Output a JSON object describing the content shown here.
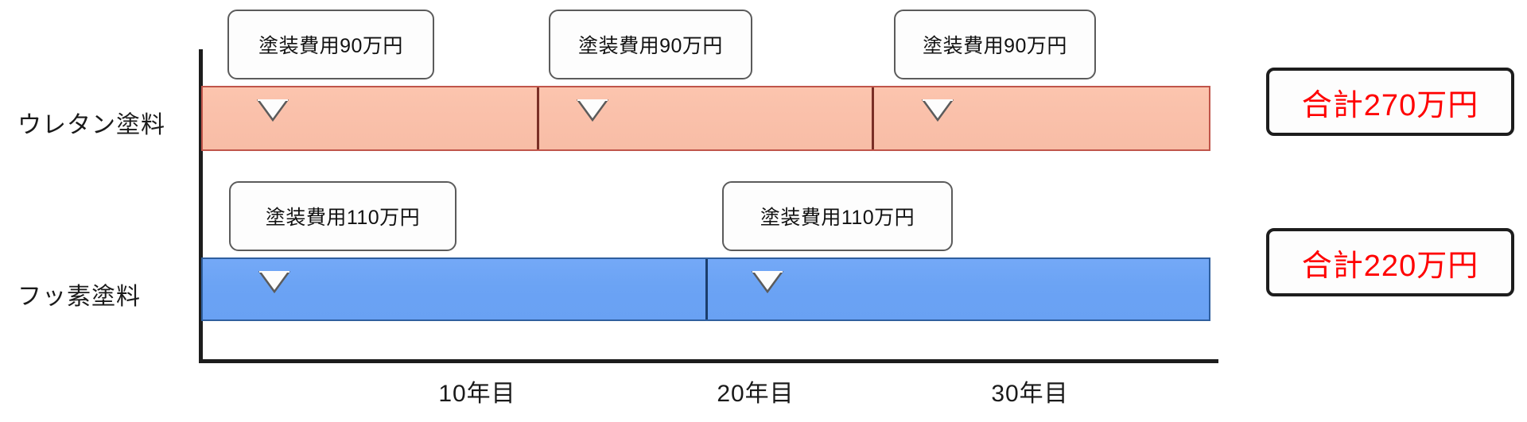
{
  "chart_data": {
    "type": "bar",
    "title": "",
    "xlabel": "",
    "ylabel": "",
    "orientation": "horizontal",
    "xlim": [
      0,
      30
    ],
    "x_unit": "年目",
    "grid": false,
    "legend": "none",
    "x_ticks": [
      {
        "value": 10,
        "label": "10年目"
      },
      {
        "value": 20,
        "label": "20年目"
      },
      {
        "value": 30,
        "label": "30年目"
      }
    ],
    "categories": [
      "ウレタン塗料",
      "フッ素塗料"
    ],
    "series": [
      {
        "name": "ウレタン塗料",
        "color": "#F9C1AB",
        "border_color": "#C0554A",
        "total_label": "合計270万円",
        "total_value": 270,
        "repaint_interval_years": 10,
        "segments": [
          {
            "start_year": 0,
            "end_year": 10,
            "cost_label": "塗装費用90万円",
            "cost": 90
          },
          {
            "start_year": 10,
            "end_year": 20,
            "cost_label": "塗装費用90万円",
            "cost": 90
          },
          {
            "start_year": 20,
            "end_year": 30,
            "cost_label": "塗装費用90万円",
            "cost": 90
          }
        ]
      },
      {
        "name": "フッ素塗料",
        "color": "#6BA3F4",
        "border_color": "#2F5F9E",
        "total_label": "合計220万円",
        "total_value": 220,
        "repaint_interval_years": 15,
        "segments": [
          {
            "start_year": 0,
            "end_year": 15,
            "cost_label": "塗装費用110万円",
            "cost": 110
          },
          {
            "start_year": 15,
            "end_year": 30,
            "cost_label": "塗装費用110万円",
            "cost": 110
          }
        ]
      }
    ]
  },
  "labels": {
    "urethane": "ウレタン塗料",
    "fluorine": "フッ素塗料"
  },
  "callouts": {
    "urethane_1": "塗装費用90万円",
    "urethane_2": "塗装費用90万円",
    "urethane_3": "塗装費用90万円",
    "fluorine_1": "塗装費用110万円",
    "fluorine_2": "塗装費用110万円"
  },
  "totals": {
    "urethane": "合計270万円",
    "fluorine": "合計220万円"
  },
  "ticks": {
    "year10": "10年目",
    "year20": "20年目",
    "year30": "30年目"
  },
  "colors": {
    "urethane_bar": "#F9C1AB",
    "urethane_border": "#C0554A",
    "fluorine_bar": "#6BA3F4",
    "fluorine_border": "#2F5F9E",
    "axis": "#1D1D1D",
    "total_text": "#FF0000",
    "callout_border": "#5B5B5B",
    "text": "#1A1A1A"
  }
}
